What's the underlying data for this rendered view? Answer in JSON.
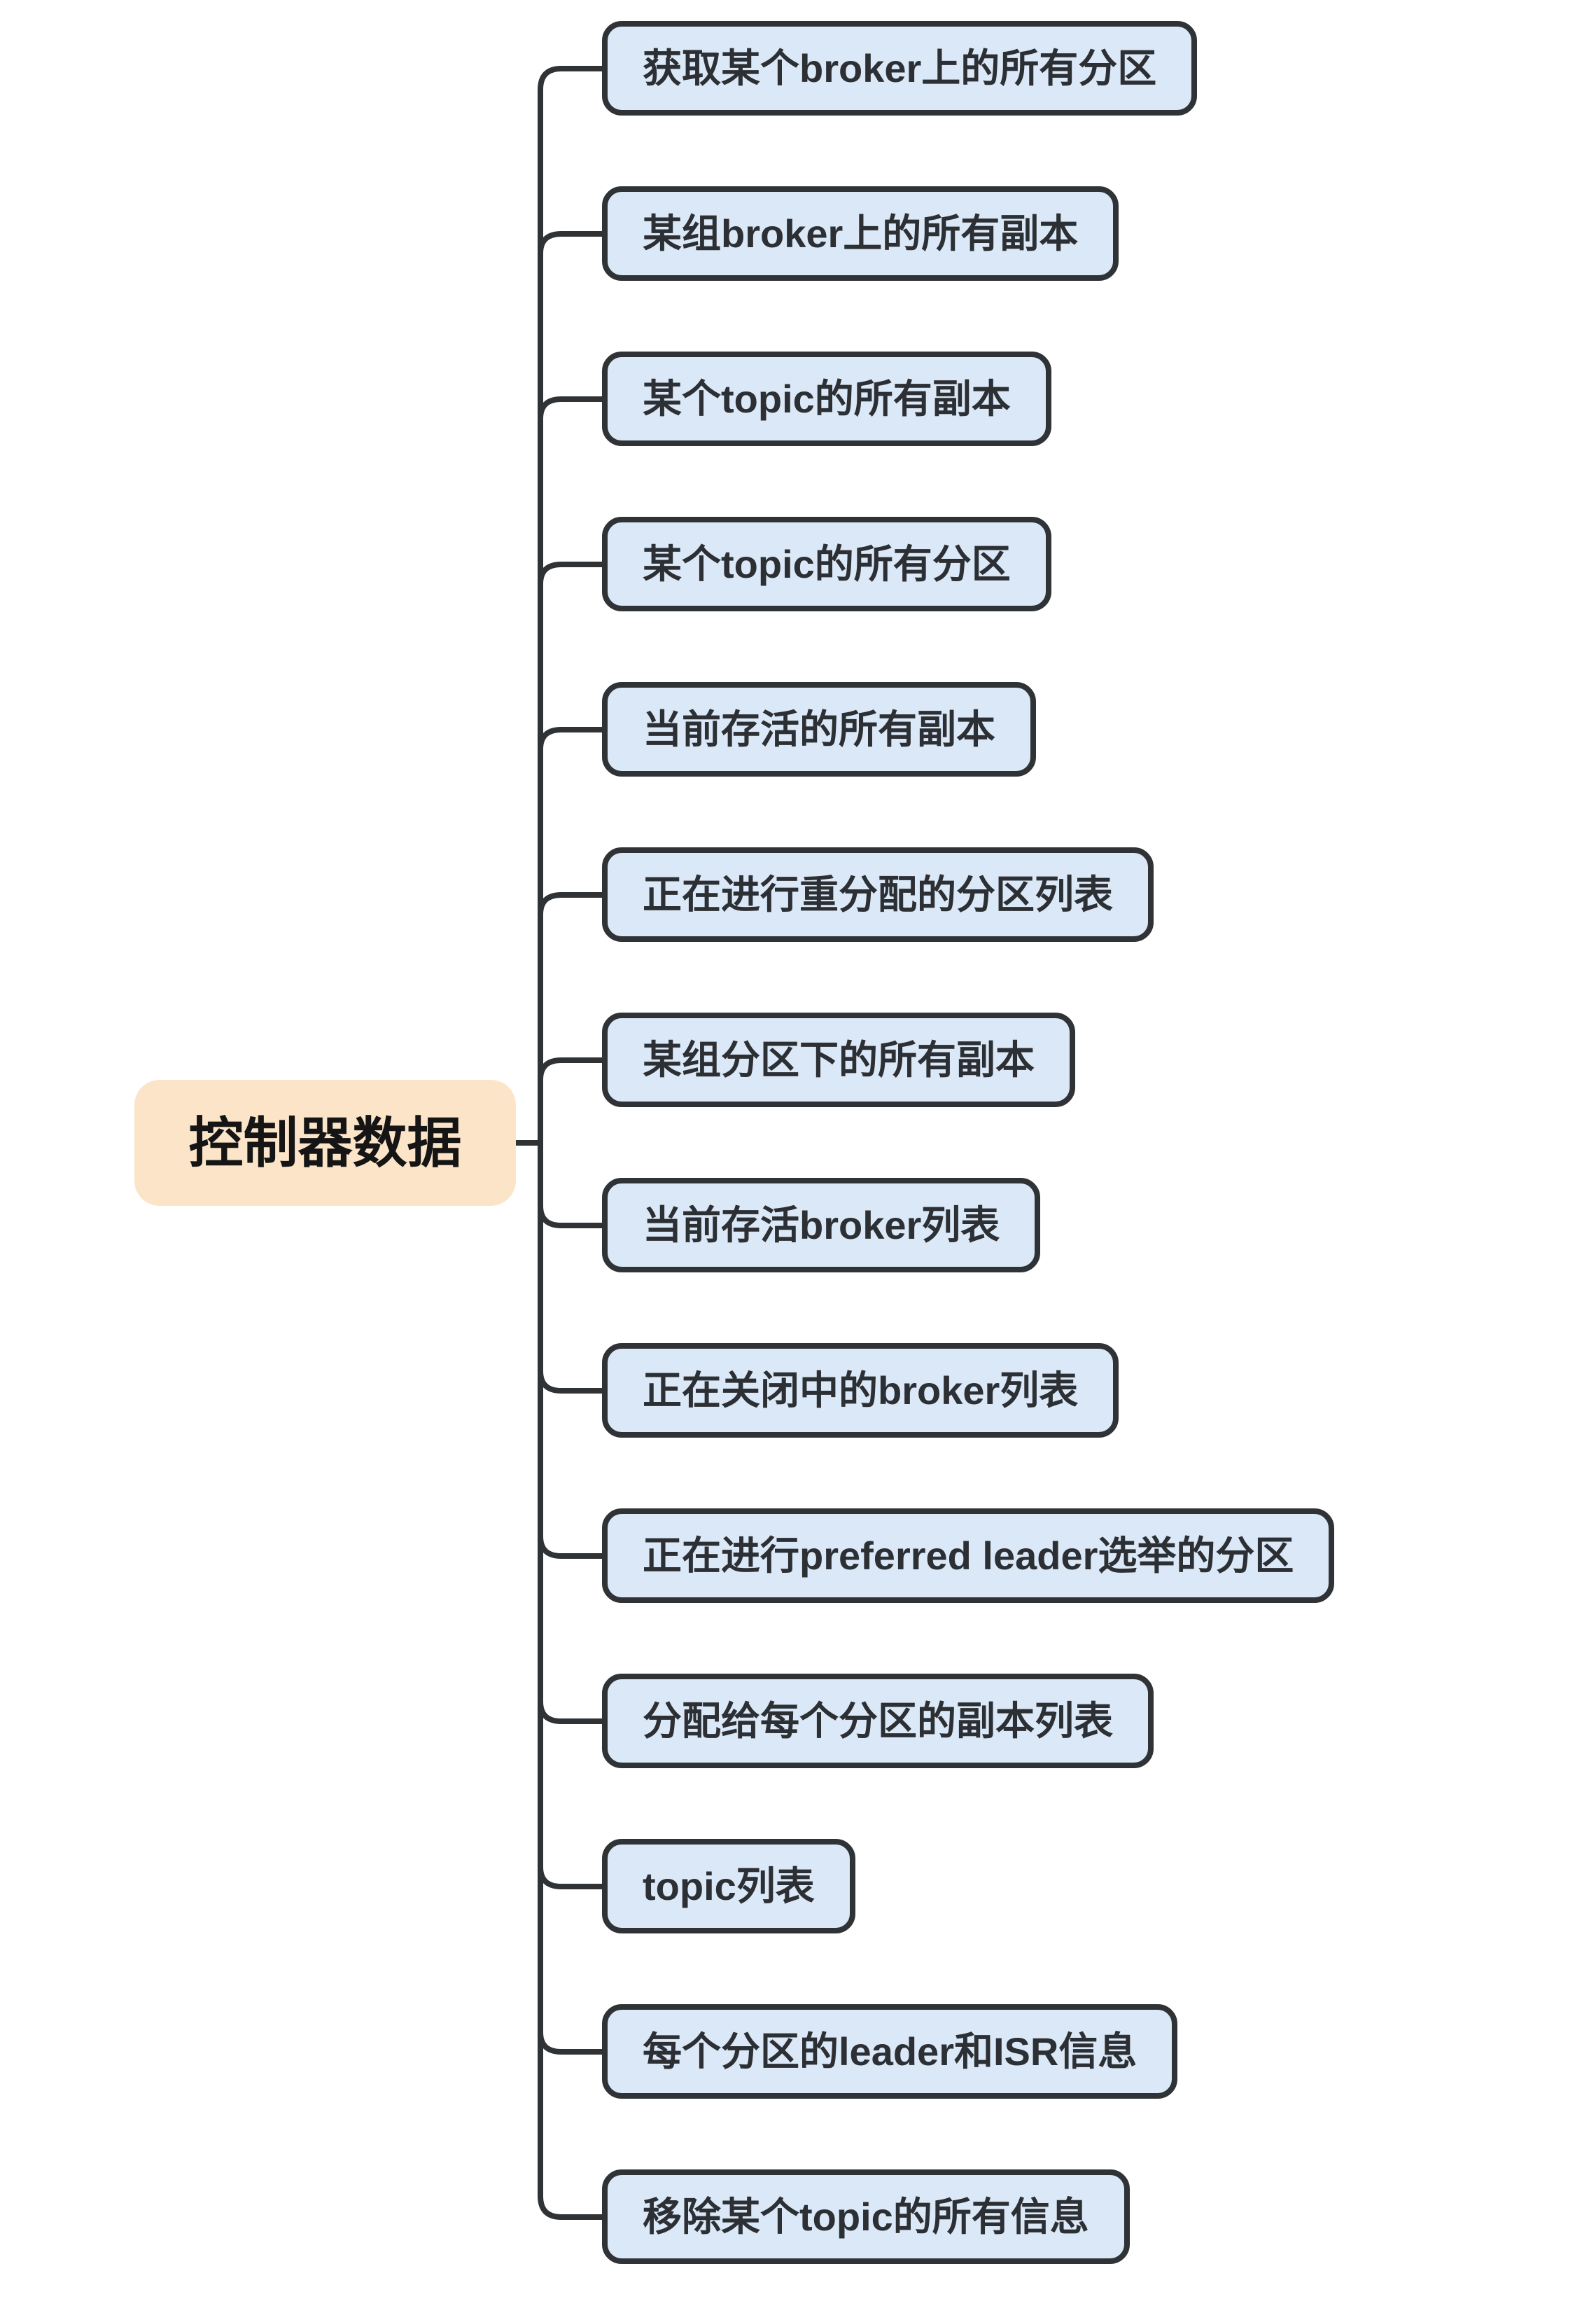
{
  "root": {
    "label": "控制器数据"
  },
  "branches": [
    {
      "label": "获取某个broker上的所有分区"
    },
    {
      "label": "某组broker上的所有副本"
    },
    {
      "label": "某个topic的所有副本"
    },
    {
      "label": "某个topic的所有分区"
    },
    {
      "label": "当前存活的所有副本"
    },
    {
      "label": "正在进行重分配的分区列表"
    },
    {
      "label": "某组分区下的所有副本"
    },
    {
      "label": "当前存活broker列表"
    },
    {
      "label": "正在关闭中的broker列表"
    },
    {
      "label": "正在进行preferred leader选举的分区"
    },
    {
      "label": "分配给每个分区的副本列表"
    },
    {
      "label": "topic列表"
    },
    {
      "label": "每个分区的leader和ISR信息"
    },
    {
      "label": "移除某个topic的所有信息"
    }
  ],
  "colors": {
    "line": "#303336",
    "text": "#2c2f33",
    "branch_fill": "#dbe8f7",
    "branch_border": "#303336",
    "root_fill": "#fce4c9",
    "root_text": "#151515",
    "bg": "#ffffff"
  }
}
